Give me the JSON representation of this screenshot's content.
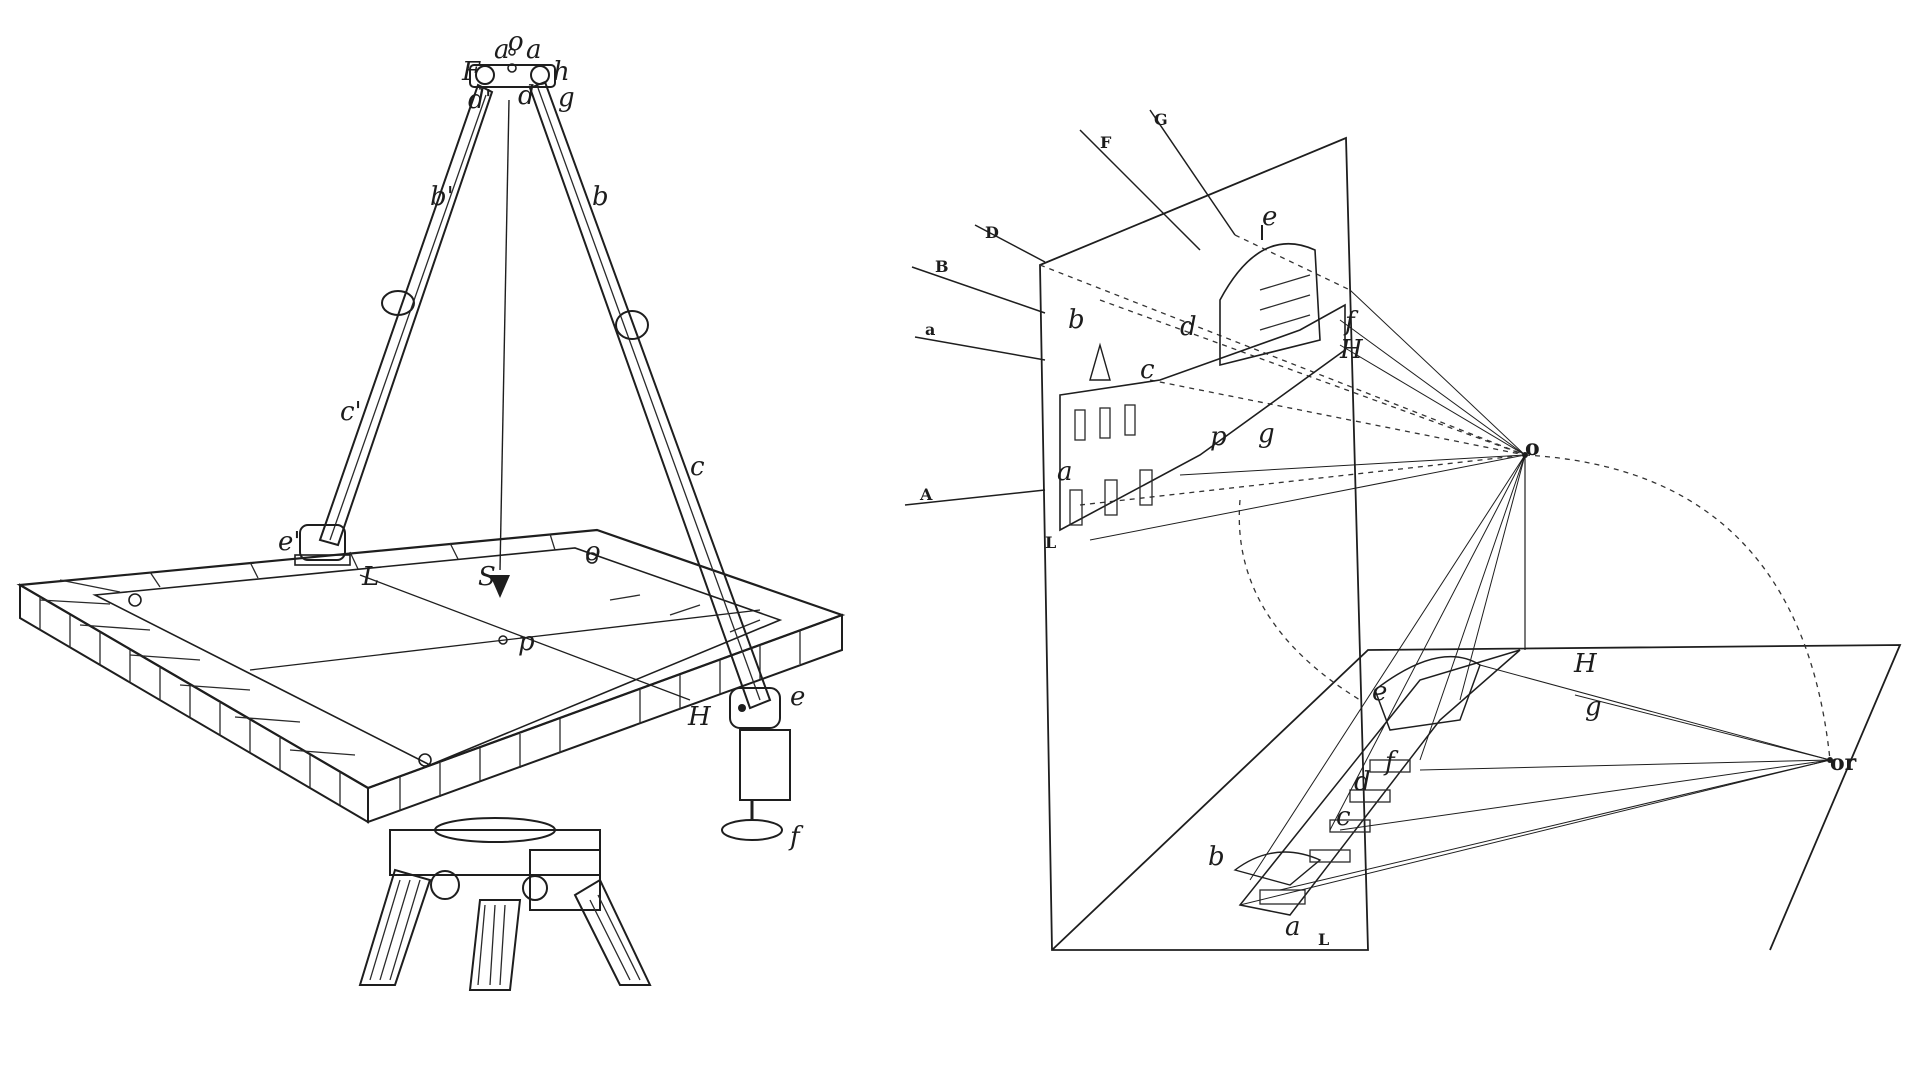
{
  "figure_left": {
    "labels": {
      "a_top": "a",
      "o_top": "o",
      "a_top2": "a",
      "F": "F",
      "h": "h",
      "d_prime": "d'",
      "d": "d",
      "g": "g",
      "b_prime": "b'",
      "b": "b",
      "c_prime": "c'",
      "c": "c",
      "e_prime": "e'",
      "e": "e",
      "S": "S",
      "L": "L",
      "o_board": "o",
      "p": "p",
      "H": "H",
      "f": "f"
    }
  },
  "figure_right": {
    "labels": {
      "G": "G",
      "F": "F",
      "D": "D",
      "B": "B",
      "a_ray": "a",
      "A": "A",
      "e": "e",
      "b": "b",
      "c": "c",
      "d": "d",
      "f": "f",
      "H": "H",
      "p": "p",
      "g": "g",
      "a": "a",
      "L": "L",
      "o": "o",
      "or": "or",
      "H_floor": "H",
      "e_floor": "e",
      "g_floor": "g",
      "f_floor": "f",
      "d_floor": "d",
      "c_floor": "c",
      "b_floor": "b",
      "a_floor": "a",
      "L_floor": "L"
    }
  }
}
